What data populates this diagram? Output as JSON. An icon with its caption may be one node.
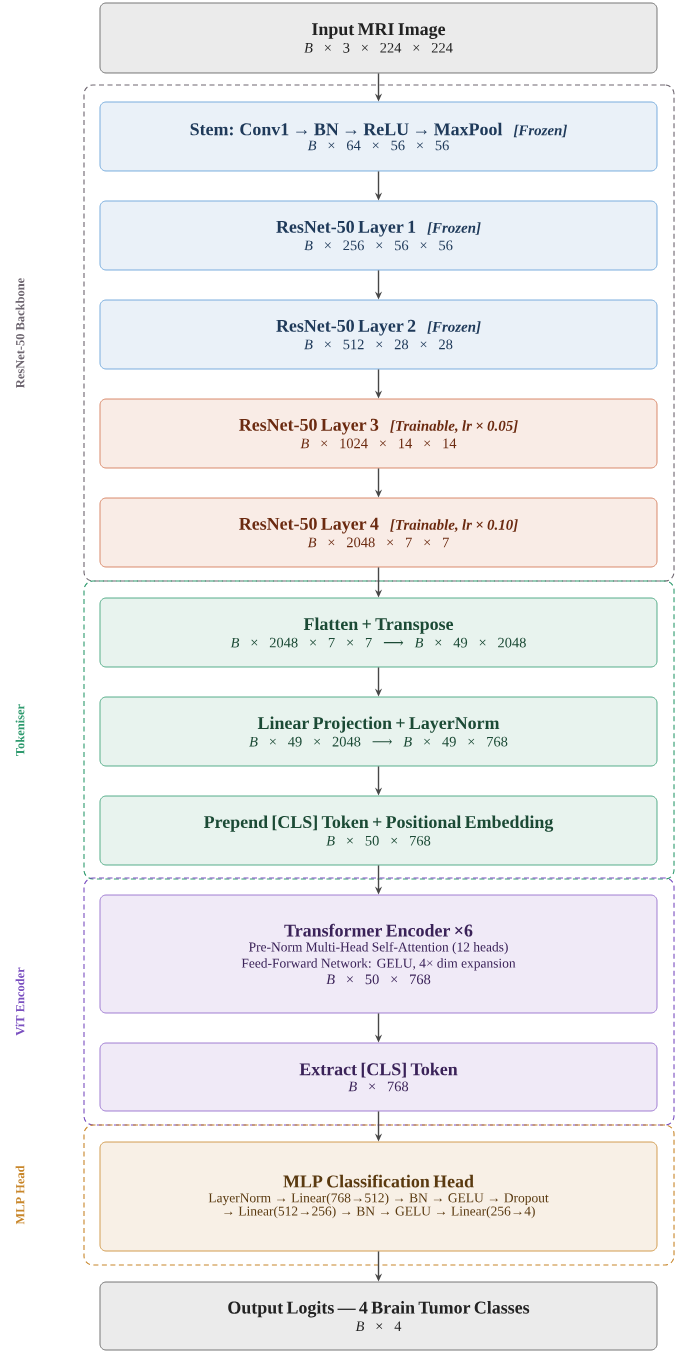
{
  "diagram": {
    "nodes": [
      {
        "text": [
          "Input MRI Image",
          "*B* × 3 × 224 × 224"
        ]
      },
      {
        "text": [
          "ResNet-50 Backbone"
        ]
      },
      {
        "text": [
          "Stem: Conv1 → BN → ReLU → MaxPool",
          "[Frozen]",
          "*B* × 64 × 56 × 56"
        ],
        "in": 1
      },
      {
        "text": [
          "ResNet-50 Layer 1",
          "[Frozen]",
          "*B* × 256 × 56 × 56"
        ],
        "in": 1
      },
      {
        "text": [
          "ResNet-50 Layer 2",
          "[Frozen]",
          "*B* × 512 × 28 × 28"
        ],
        "in": 1
      },
      {
        "text": [
          "ResNet-50 Layer 3",
          "[Trainable, lr × 0.05]",
          "*B* × 1024 × 14 × 14"
        ],
        "in": 1
      },
      {
        "text": [
          "ResNet-50 Layer 4",
          "[Trainable, lr × 0.10]",
          "*B* × 2048 × 7 × 7"
        ],
        "in": 1
      },
      {
        "text": [
          "Tokeniser"
        ]
      },
      {
        "text": [
          "Flatten + Transpose",
          "*B* × 2048 × 7 × 7 ⟶ *B* × 49 × 2048"
        ],
        "in": 7
      },
      {
        "text": [
          "Linear Projection + LayerNorm",
          "*B* × 49 × 2048 ⟶ *B* × 49 × 768"
        ],
        "in": 7
      },
      {
        "text": [
          "Prepend [CLS] Token + Positional Embedding",
          "*B* × 50 × 768"
        ],
        "in": 7
      },
      {
        "text": [
          "ViT Encoder"
        ]
      },
      {
        "text": [
          "Transformer Encoder ×6",
          "Pre-Norm Multi-Head Self-Attention (12 heads)",
          "Feed-Forward Network: GELU, 4× dim expansion",
          "*B* × 50 × 768"
        ],
        "in": 11
      },
      {
        "text": [
          "Extract [CLS] Token",
          "*B* × 768"
        ],
        "in": 11
      },
      {
        "text": [
          "MLP Head"
        ]
      },
      {
        "text": [
          "MLP Classification Head",
          "LayerNorm → Linear(768→512) → BN → GELU → Dropout → Linear(512→256) → BN → GELU → Linear(256→4)"
        ],
        "in": 14
      },
      {
        "text": [
          "Output Logits — 4 Brain Tumor Classes",
          "*B* × 4"
        ]
      }
    ],
    "edges": [
      {
        "from": 0,
        "to": 2,
        "arrow": "to"
      },
      {
        "from": 2,
        "to": 3,
        "arrow": "to"
      },
      {
        "from": 3,
        "to": 4,
        "arrow": "to"
      },
      {
        "from": 4,
        "to": 5,
        "arrow": "to"
      },
      {
        "from": 5,
        "to": 6,
        "arrow": "to"
      },
      {
        "from": 6,
        "to": 8,
        "arrow": "to"
      },
      {
        "from": 8,
        "to": 9,
        "arrow": "to"
      },
      {
        "from": 9,
        "to": 10,
        "arrow": "to"
      },
      {
        "from": 10,
        "to": 12,
        "arrow": "to"
      },
      {
        "from": 12,
        "to": 13,
        "arrow": "to"
      },
      {
        "from": 13,
        "to": 15,
        "arrow": "to"
      },
      {
        "from": 15,
        "to": 16,
        "arrow": "to"
      }
    ]
  }
}
